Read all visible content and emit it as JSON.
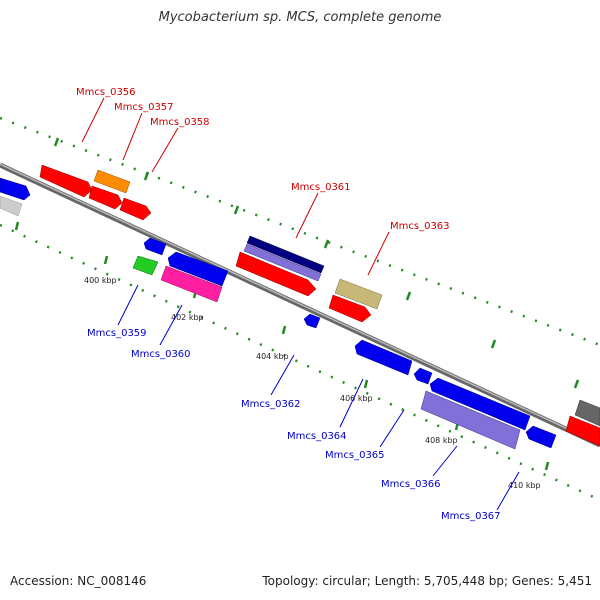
{
  "title": "Mycobacterium sp. MCS, complete genome",
  "accession": "Accession: NC_008146",
  "stats": "Topology: circular; Length: 5,705,448 bp; Genes: 5,451",
  "ticks": [
    "400 kbp",
    "402 kbp",
    "404 kbp",
    "406 kbp",
    "408 kbp",
    "410 kbp"
  ],
  "genes_top": [
    "Mmcs_0356",
    "Mmcs_0357",
    "Mmcs_0358",
    "Mmcs_0361",
    "Mmcs_0363"
  ],
  "genes_bottom": [
    "Mmcs_0359",
    "Mmcs_0360",
    "Mmcs_0362",
    "Mmcs_0364",
    "Mmcs_0365",
    "Mmcs_0366",
    "Mmcs_0367"
  ],
  "colors": {
    "forward_gene": "#ff0000",
    "reverse_gene": "#0000ff",
    "backbone": "#888888",
    "tick": "#228822",
    "label_top": "#cc0000",
    "label_bottom": "#0000cc"
  }
}
